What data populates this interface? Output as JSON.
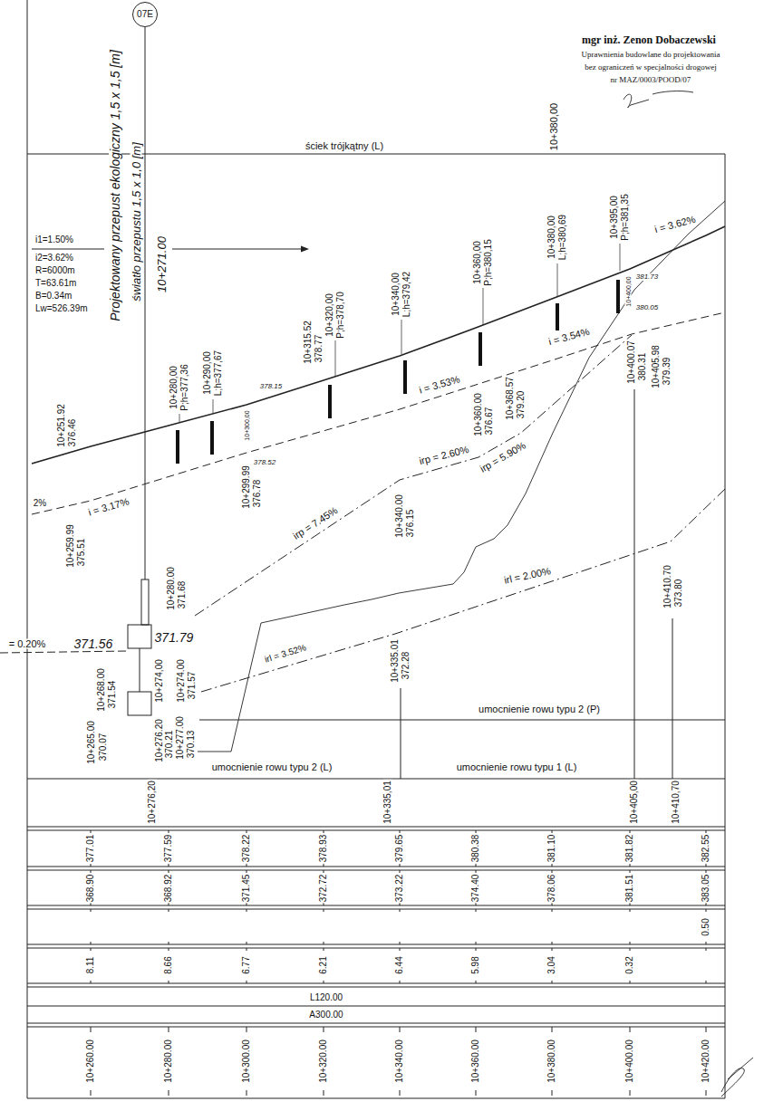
{
  "diagram": {
    "nodes": [
      {
        "text": [
          "07E"
        ]
      }
    ],
    "labels": [
      "mgr inż. Zenon Dobaczewski",
      "Uprawnienia budowlane do projektowania",
      "bez ograniczeń w specjalności drogowej",
      "nr MAZ/0003/POOD/07",
      "ściek trójkątny (L)",
      "10+380,00",
      "i1=1.50%",
      "i2=3.62%",
      "R=6000m",
      "T=63.61m",
      "B=0.34m",
      "Lw=526.39m",
      "Projektowany przepust ekologiczny 1,5 x 1,5 [m]",
      "światło przepustu 1,5 x 1,0 [m]",
      "10+271.00",
      "10+280,00",
      "P;h=377,36",
      "10+290,00",
      "L;h=377,67",
      "10+251.92",
      "376.46",
      "10+300,00",
      "378.15",
      "10+315.52",
      "378.77",
      "10+320,00",
      "P;h=378,70",
      "10+340,00",
      "L;h=379,42",
      "10+360,00",
      "P;h=380,15",
      "10+380,00",
      "L;h=380,69",
      "10+395,00",
      "P;h=381,35",
      "381.73",
      "10+400,00",
      "380.05",
      "i = 3.62%",
      "i = 3.54%",
      "i = 3.53%",
      "i = 3.17%",
      "378.52",
      "10+299.99",
      "376.78",
      "10+259.99",
      "375.51",
      "10+360.00",
      "376.67",
      "10+368.57",
      "379.20",
      "irp = 5.90%",
      "irp = 2.60%",
      "10+340.00",
      "376.15",
      "10+400.07",
      "380.31",
      "10+405.98",
      "379.39",
      "irp = 7.45%",
      "irl = 2.00%",
      "10+410.70",
      "373.80",
      "10+280.00",
      "371.68",
      "= 0.20%",
      "371.56",
      "371.79",
      "10+268.00",
      "371.54",
      "10+274,00",
      "10+274.00",
      "371.57",
      "irl = 3.52%",
      "10+335.01",
      "372.28",
      "umocnienie rowu typu 2 (P)",
      "10+265.00",
      "370.07",
      "10+276.20",
      "370.21",
      "10+277.00",
      "370.13",
      "umocnienie rowu typu 2 (L)",
      "umocnienie rowu typu 1 (L)",
      "10+276,20",
      "10+335,01",
      "10+405,00",
      "10+410,70",
      "377.01",
      "377.59",
      "378.22",
      "378.93",
      "379.65",
      "380.38",
      "381.10",
      "381.82",
      "382.55",
      "368.90",
      "368.92",
      "371.45",
      "372.72",
      "373.22",
      "374.40",
      "378.06",
      "381.51",
      "383.05",
      "0.50",
      "8.11",
      "8.66",
      "6.77",
      "6.21",
      "6.44",
      "5.98",
      "3.04",
      "0.32",
      "L120.00",
      "A300.00",
      "10+260.00",
      "10+280.00",
      "10+300.00",
      "10+320.00",
      "10+340.00",
      "10+360.00",
      "10+380.00",
      "10+400.00",
      "10+420.00",
      "2%"
    ]
  }
}
